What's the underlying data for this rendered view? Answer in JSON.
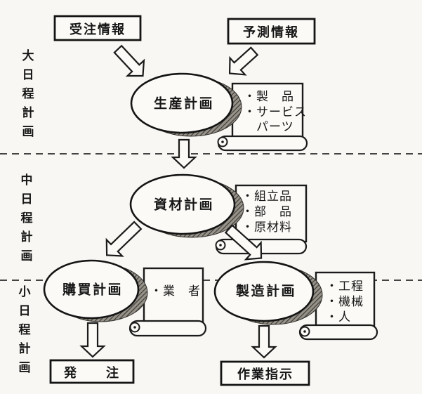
{
  "colors": {
    "paper": "#f8f7f3",
    "ink": "#1b1b1b",
    "shadow_hatch": "#96928a"
  },
  "side_labels": [
    {
      "text": "大日程計画"
    },
    {
      "text": "中日程計画"
    },
    {
      "text": "小日程計画"
    }
  ],
  "inputs": [
    {
      "label": "受注情報"
    },
    {
      "label": "予測情報"
    }
  ],
  "plans": [
    {
      "label": "生産計画"
    },
    {
      "label": "資材計画"
    },
    {
      "label": "購買計画"
    },
    {
      "label": "製造計画"
    }
  ],
  "scrolls": [
    {
      "lines": [
        "・製　品",
        "・サービス",
        "　パーツ"
      ]
    },
    {
      "lines": [
        "・組立品",
        "・部　品",
        "・原材料"
      ]
    },
    {
      "lines": [
        "・業　者"
      ]
    },
    {
      "lines": [
        "・工程",
        "・機械",
        "・人"
      ]
    }
  ],
  "outputs": [
    {
      "label": "発　　注"
    },
    {
      "label": "作業指示"
    }
  ]
}
